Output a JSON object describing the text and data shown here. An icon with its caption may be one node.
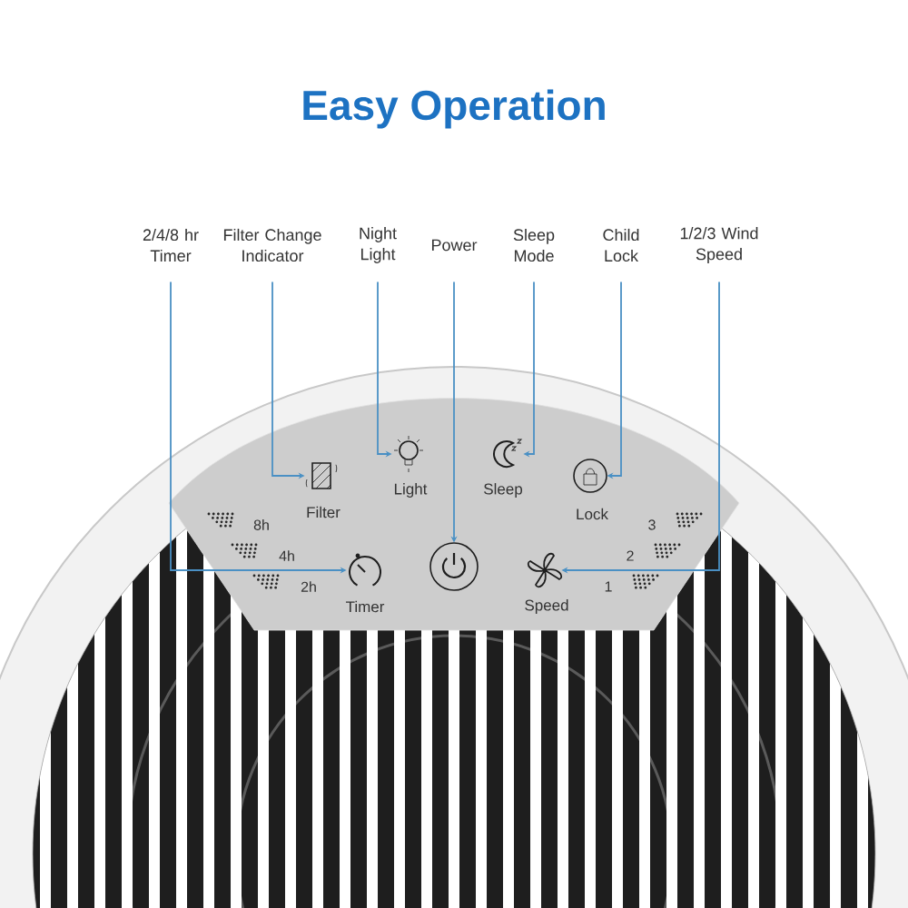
{
  "diagram": {
    "title": "Easy Operation",
    "nodes": [
      {
        "text": [
          "2/4/8 hr Timer"
        ]
      },
      {
        "text": [
          "Filter Change Indicator"
        ]
      },
      {
        "text": [
          "Night Light"
        ]
      },
      {
        "text": [
          "Power"
        ]
      },
      {
        "text": [
          "Sleep Mode"
        ]
      },
      {
        "text": [
          "Child Lock"
        ]
      },
      {
        "text": [
          "1/2/3 Wind Speed"
        ]
      },
      {
        "text": [
          "Filter"
        ]
      },
      {
        "text": [
          "Light"
        ]
      },
      {
        "text": [
          "Sleep"
        ]
      },
      {
        "text": [
          "Lock"
        ]
      },
      {
        "text": [
          "Timer"
        ]
      },
      {
        "text": [],
        "shape": "circle"
      },
      {
        "text": [
          "Speed"
        ]
      }
    ],
    "edges": [
      {
        "from": 0,
        "to": 11,
        "arrow": "to"
      },
      {
        "from": 1,
        "to": 7,
        "arrow": "to"
      },
      {
        "from": 2,
        "to": 8,
        "arrow": "to"
      },
      {
        "from": 3,
        "to": 12,
        "arrow": "to"
      },
      {
        "from": 4,
        "to": 9,
        "arrow": "to"
      },
      {
        "from": 5,
        "to": 10,
        "arrow": "to"
      },
      {
        "from": 6,
        "to": 13,
        "arrow": "to"
      }
    ],
    "labels": [
      "8h",
      "4h",
      "2h",
      "3",
      "2",
      "1"
    ]
  }
}
